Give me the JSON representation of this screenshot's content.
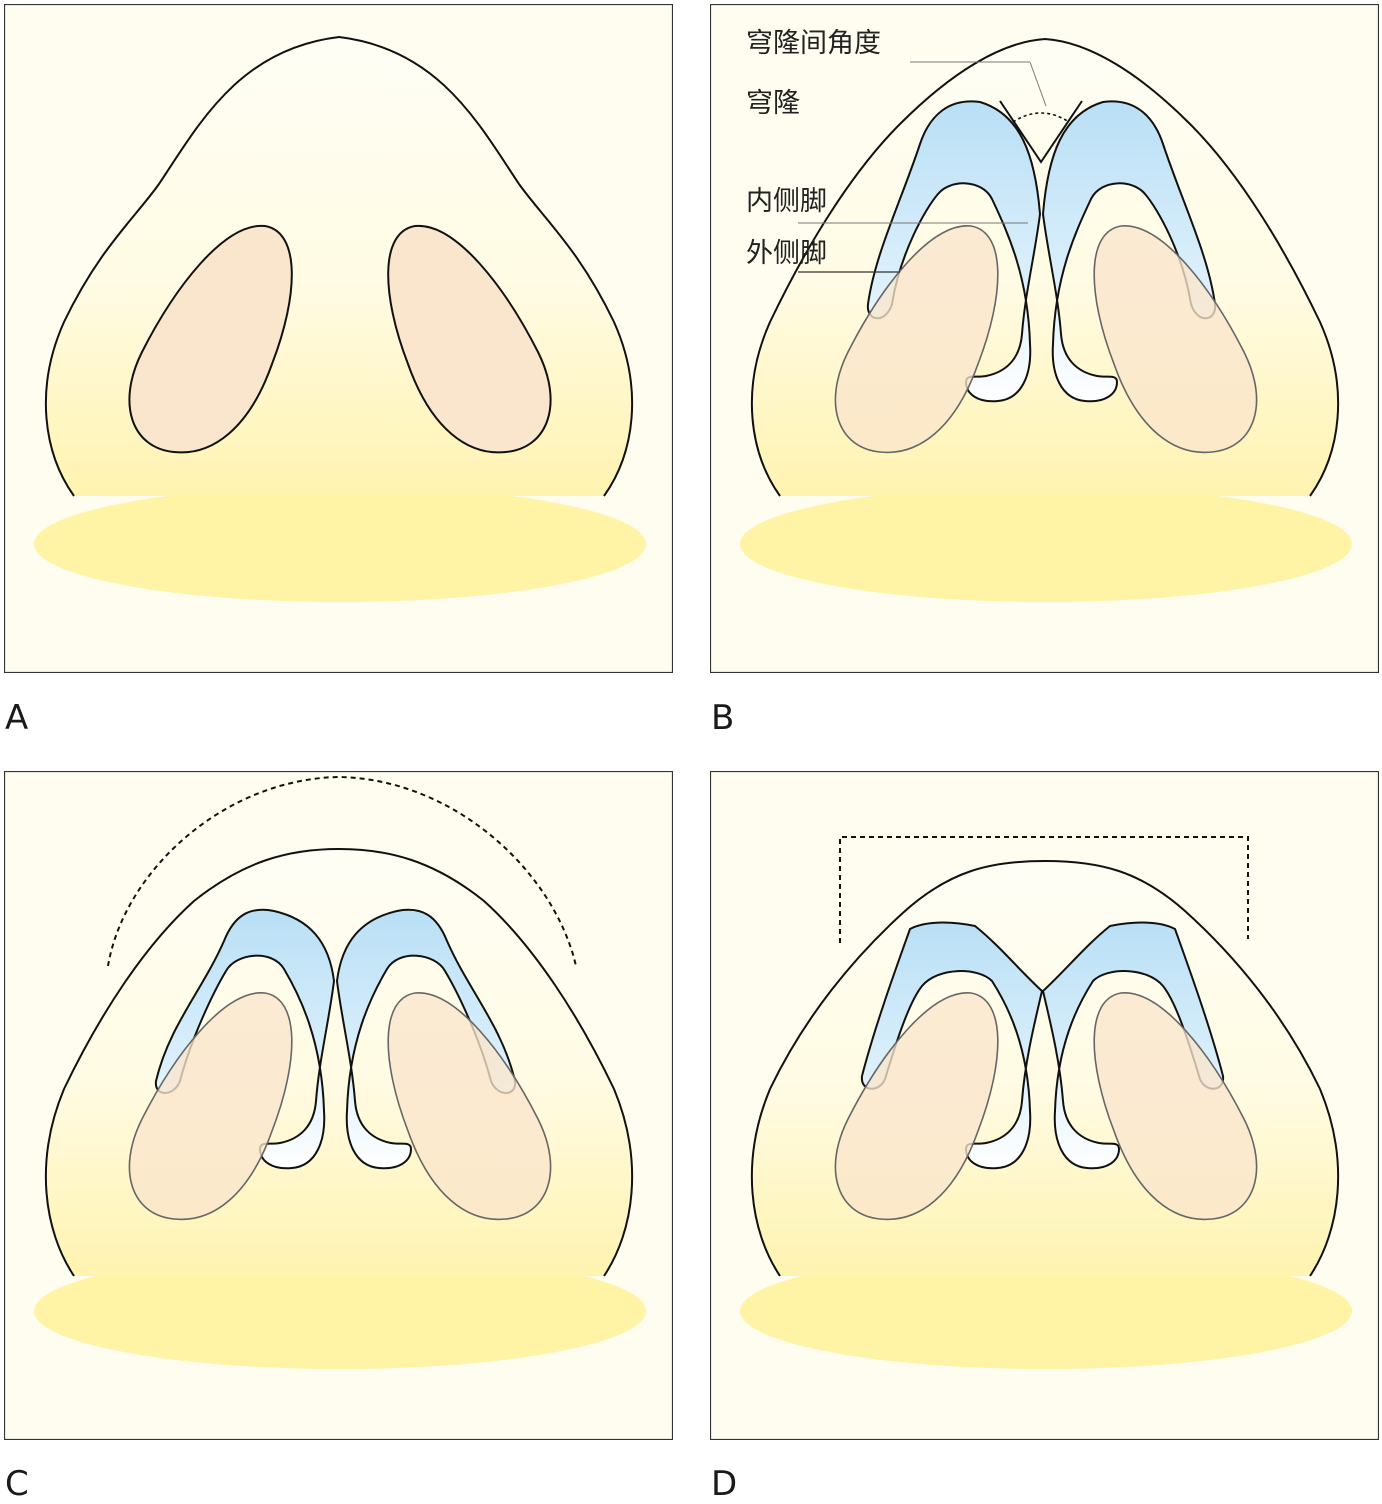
{
  "panels": [
    {
      "id": "A",
      "letter": "A",
      "variant": "plain"
    },
    {
      "id": "B",
      "letter": "B",
      "variant": "labeled"
    },
    {
      "id": "C",
      "letter": "C",
      "variant": "arc"
    },
    {
      "id": "D",
      "letter": "D",
      "variant": "bracket"
    }
  ],
  "labels": {
    "interdomal_angle": "穹隆间角度",
    "dome": "穹隆",
    "medial_crus": "内侧脚",
    "lateral_crus": "外侧脚"
  },
  "colors": {
    "panel_bg": "#fffdf0",
    "skin_yellow": "#fff3a6",
    "nostril_fill": "#fae6cc",
    "cartilage_blue": "#c9e6f8",
    "outline": "#111111"
  }
}
